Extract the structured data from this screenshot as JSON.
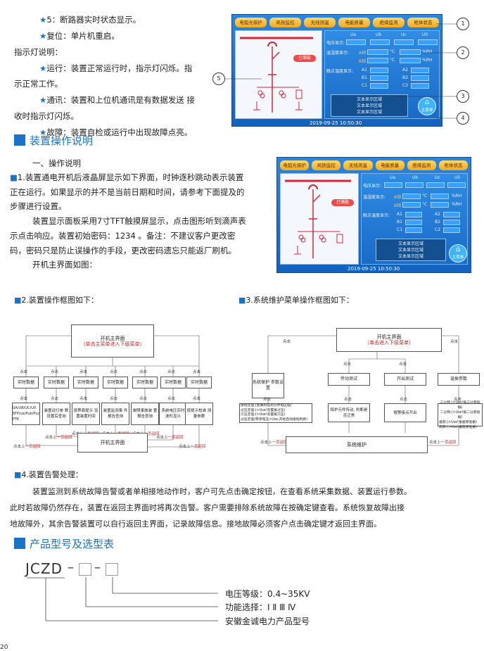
{
  "intro_lines": {
    "l1_star": "★",
    "l1": "5：断路器实时状态显示。",
    "l2_star": "★",
    "l2": "复位：单片机重启。",
    "l3": "指示灯说明：",
    "l4_star": "★",
    "l4": "运行：装置正常运行时，指示灯闪烁。指",
    "l5": "示正常工作。",
    "l6_star": "★",
    "l6": "通讯：装置和上位机通讯是有数据发送 接",
    "l7": "收时指示灯闪烁。",
    "l8_star": "★",
    "l8": "故障：装置自检或运行中出现故障点亮。"
  },
  "screen": {
    "tabs": [
      "电弧光保护",
      "局放监控",
      "无线测温",
      "电能质量",
      "绝缘监测",
      "柜体状态"
    ],
    "badge": "已储能",
    "cols": [
      "Ua",
      "Ub",
      "Uc",
      "U0"
    ],
    "voltage_label": "电压显示:",
    "temp_label": "温湿度显示:",
    "temp_row1": "A相",
    "temp_row2": "B相",
    "unit_c": "°C",
    "unit_rh": "%RH",
    "contact_label": "触点温度显示:",
    "contact_a1": "A1",
    "contact_a2": "A2",
    "contact_b1": "B1",
    "contact_b2": "B2",
    "contact_c1": "C1",
    "contact_c2": "C2",
    "text_area": [
      "文本显示区域",
      "文本显示区域",
      "文本显示区域"
    ],
    "home": "主菜单",
    "datetime": "2019-09-25   10:50:30"
  },
  "callouts": [
    "1",
    "2",
    "3",
    "4",
    "5"
  ],
  "section1_title": "装置操作说明",
  "ops": {
    "p0": "一、操作说明",
    "p1_mark": "■",
    "p1a": "1.装置通电开机后液晶屏显示如下界面，时钟逐秒跳动表示装置",
    "p1b": "正在运行。如果显示的并不是当前日期和时间，请参考下面提及的",
    "p1c": "步骤进行设置。",
    "p2a": "装置显示面板采用7寸TFT触摸屏显示，点击图形听到滴声表",
    "p2b": "示点击响应。装置初始密码：1234 。备注：不建议客户更改密",
    "p2c": "码，密码只是防止误操作的手段，更改密码遗忘只能返厂刷机。",
    "p3": "开机主界面如图："
  },
  "flow2_title": "2.装置操作框图如下：",
  "flow3_title": "3.系统维护菜单操作框图如下：",
  "flow2": {
    "main_top": "开机主界面",
    "main_top_sub": "（单击主菜单进入下级菜单）",
    "click": "点击",
    "realtime": "实时数据",
    "details": [
      "UA/UB/UC/U0 SFP/ua/Pub/Puc PTK",
      "装置运行参 数设置后查询",
      "按界面提示 设置装置时间",
      "装置监测事 件报告查询",
      "故障事故装 置报告查询",
      "系统电压实时 波形显示",
      "按提示校准 测量参数"
    ],
    "back": "点击上一页返回",
    "back_click": "点击",
    "back_red": "上一页返回",
    "main_bottom": "开机主界面"
  },
  "flow3": {
    "main_top": "开机主界面",
    "main_top_sub": "（单击进入下级菜单）",
    "click": "点击",
    "b1": "系统保护 参数设置",
    "b2": "传动测试",
    "b3": "开出测试",
    "b4": "谐振参数",
    "d1": [
      "接地定值:(金属和弧光分界电压值)",
      "过压定值:(>Use!装置报过压)",
      "欠压定值:(>Use!装置报欠压)",
      "过压定值(零序电压>Use,开始启动接地判断)"
    ],
    "d2": "保护元件传动, 判断是否正常",
    "d3": "报警接点开出",
    "d4": [
      "三分频:(>Use!报三分频谐振)",
      "二分频:(>Use!报二分频谐振)",
      "基频:(>Use!报基频谐振)",
      "高频:(>Use!报高频谐振)"
    ],
    "back_red": "上一页返回",
    "main_bottom": "系统维护"
  },
  "alarm": {
    "title_mark": "■",
    "title": "4.装置告警处理：",
    "p1": "装置监测到系统故障告警或者单相接地动作时，客户可先点击确定按钮，在查看系统采集数据、装置运行参数。",
    "p2": "此时若故障仍然存在，装置在返回主界面时将再次告警。客户需要排除系统故障在按确定键查看。系统恢复故障出接",
    "p3": "地故障外，其余告警装置可以自行返回主界面，记录故障信息。接地故障必须客户点击确定键才返回主界面。"
  },
  "section2_title": "产品型号及选型表",
  "model": {
    "code": "JCZD",
    "dash": "–",
    "l1": "电压等级：0.4~35KV",
    "l2": "功能选择：Ⅰ Ⅱ Ⅲ Ⅳ",
    "l3": "安徽金诚电力产品型号"
  },
  "page_number": "20"
}
